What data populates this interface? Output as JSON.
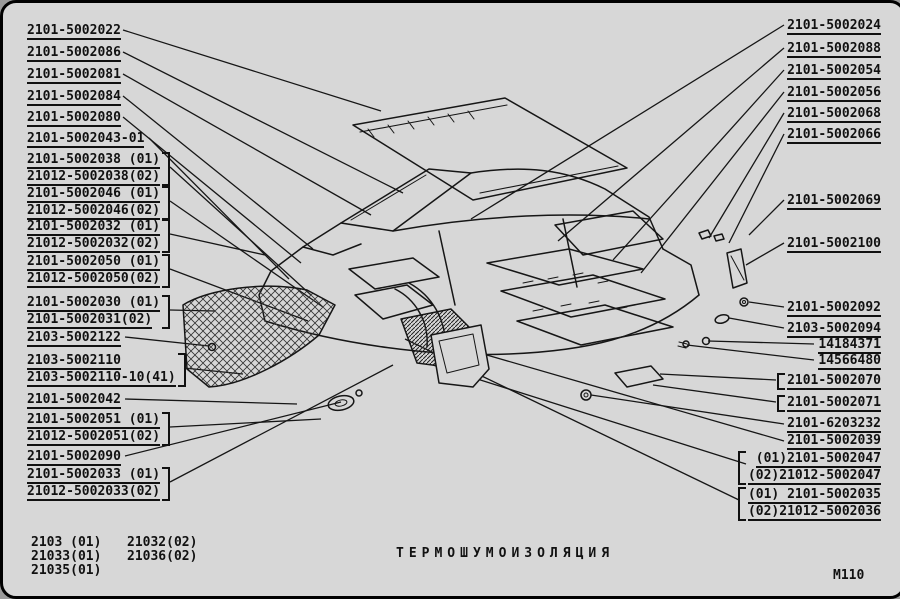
{
  "page": {
    "title": "ТЕРМОШУМОИЗОЛЯЦИЯ",
    "code": "М110"
  },
  "colors": {
    "ink": "#161616",
    "paper": "#d7d7d7"
  },
  "left_labels": [
    {
      "lines": [
        "2101-5002022"
      ]
    },
    {
      "lines": [
        "2101-5002086"
      ]
    },
    {
      "lines": [
        "2101-5002081"
      ]
    },
    {
      "lines": [
        "2101-5002084"
      ]
    },
    {
      "lines": [
        "2101-5002080"
      ]
    },
    {
      "lines": [
        "2101-5002043-01"
      ]
    },
    {
      "lines": [
        "2101-5002038 (01)",
        "21012-5002038(02)"
      ]
    },
    {
      "lines": [
        "2101-5002046 (01)",
        "21012-5002046(02)"
      ]
    },
    {
      "lines": [
        "2101-5002032 (01)",
        "21012-5002032(02)"
      ]
    },
    {
      "lines": [
        "2101-5002050 (01)",
        "21012-5002050(02)"
      ]
    },
    {
      "lines": [
        "2101-5002030 (01)",
        "2101-5002031(02)"
      ]
    },
    {
      "lines": [
        "2103-5002122"
      ]
    },
    {
      "lines": [
        "2103-5002110",
        "2103-5002110-10(41)"
      ]
    },
    {
      "lines": [
        "2101-5002042"
      ]
    },
    {
      "lines": [
        "2101-5002051 (01)",
        "21012-5002051(02)"
      ]
    },
    {
      "lines": [
        "2101-5002090"
      ]
    },
    {
      "lines": [
        "2101-5002033 (01)",
        "21012-5002033(02)"
      ]
    }
  ],
  "right_labels": [
    {
      "lines": [
        "2101-5002024"
      ]
    },
    {
      "lines": [
        "2101-5002088"
      ]
    },
    {
      "lines": [
        "2101-5002054"
      ]
    },
    {
      "lines": [
        "2101-5002056"
      ]
    },
    {
      "lines": [
        "2101-5002068"
      ]
    },
    {
      "lines": [
        "2101-5002066"
      ]
    },
    {
      "lines": [
        "2101-5002069"
      ]
    },
    {
      "lines": [
        "2101-5002100"
      ]
    },
    {
      "lines": [
        "2101-5002092"
      ]
    },
    {
      "lines": [
        "2103-5002094"
      ]
    },
    {
      "lines": [
        "14184371"
      ]
    },
    {
      "lines": [
        "14566480"
      ]
    },
    {
      "lines": [
        "2101-5002070"
      ]
    },
    {
      "lines": [
        "2101-5002071"
      ]
    },
    {
      "lines": [
        "2101-6203232"
      ]
    },
    {
      "lines": [
        "2101-5002039"
      ]
    },
    {
      "lines": [
        "(01)2101-5002047",
        "(02)21012-5002047"
      ]
    },
    {
      "lines": [
        "(01) 2101-5002035",
        "(02)21012-5002036"
      ]
    }
  ],
  "footer": {
    "models": [
      {
        "col1": "2103 (01)",
        "col2": "21032(02)"
      },
      {
        "col1": "21033(01)",
        "col2": "21036(02)"
      },
      {
        "col1": "21035(01)",
        "col2": ""
      }
    ]
  }
}
